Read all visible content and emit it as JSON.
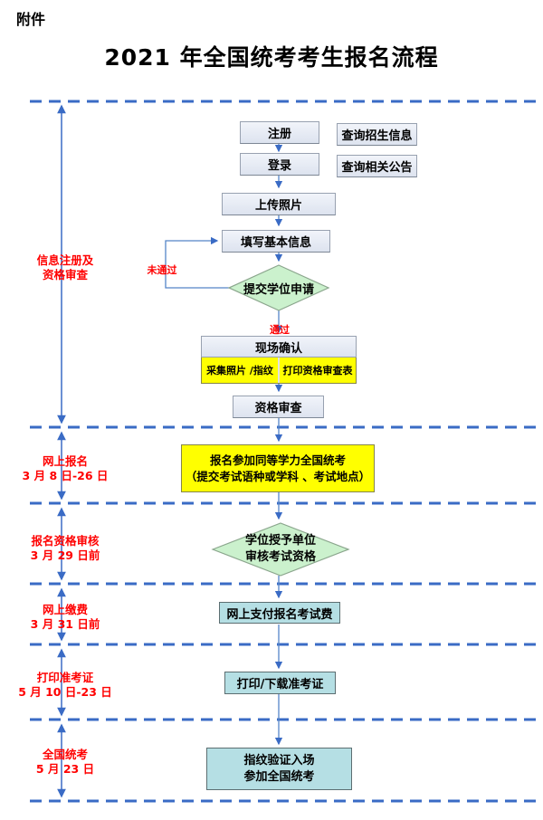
{
  "header": {
    "attachment": "附件",
    "title": "2021 年全国统考考生报名流程"
  },
  "sections": [
    {
      "label": "信息注册及\n资格审查"
    },
    {
      "label": "网上报名\n3 月 8 日-26 日"
    },
    {
      "label": "报名资格审核\n3 月 29 日前"
    },
    {
      "label": "网上缴费\n3 月 31 日前"
    },
    {
      "label": "打印准考证\n5 月 10 日-23 日"
    },
    {
      "label": "全国统考\n5 月 23 日"
    }
  ],
  "nodes": {
    "register": "注册",
    "login": "登录",
    "query_admission": "查询招生信息",
    "query_notice": "查询相关公告",
    "upload_photo": "上传照片",
    "fill_info": "填写基本信息",
    "submit_degree": "提交学位申请",
    "onsite_confirm": "现场确认",
    "collect_photo": "采集照片 /指纹",
    "print_form": "打印资格审查表",
    "qualification_review": "资格审查",
    "register_exam": "报名参加同等学力全国统考\n（提交考试语种或学科 、考试地点）",
    "unit_review": "学位授予单位\n审核考试资格",
    "pay_fee": "网上支付报名考试费",
    "print_ticket": "打印/下载准考证",
    "attend_exam": "指纹验证入场\n参加全国统考"
  },
  "edge_labels": {
    "fail": "未通过",
    "pass": "通过"
  },
  "colors": {
    "dashed_line": "#3A6BC5",
    "connector": "#5585C8",
    "section_label_red": "#FF0000",
    "process_fill": "#E6EAF4",
    "decision_fill": "#CBF1CD",
    "highlight_fill": "#FFFF00",
    "final_fill": "#B5DFE4"
  }
}
